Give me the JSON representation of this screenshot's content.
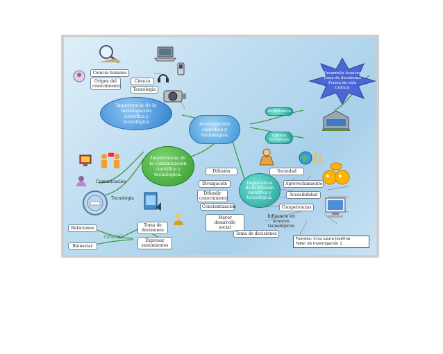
{
  "nodes": {
    "investigacion_cientifica": "Importancia de la investigación científica y tecnológica",
    "investigacion_tecnologica": "Investigación científica y tecnológica",
    "comunicacion": "Importancia de la comunicación científica y tecnológica.",
    "difusion_central": "Importancia de la difusión científica y tecnológica.",
    "ciencia_humana": "Ciencia humana",
    "origen_conocimiento": "Origen del conocimiento",
    "ciencia": "Ciencia",
    "tecnologia_top": "Tecnología",
    "desarrollo": "Desarrollo Avances Toma de decisiones Forma de vida Cultura",
    "importancia": "Importancia",
    "ciencia_tecnologia": "Ciencia Tecnología",
    "comunicacion_lbl": "Comunicación",
    "tecnologia_lbl": "Tecnología",
    "crucial": "Crucial",
    "relaciones": "Relaciones",
    "bienestar": "Bienestar",
    "toma_decisiones_left": "Toma de decisiones",
    "expresar_sentimientos": "Expresar sentimientos",
    "difusion": "Difusión",
    "divulgacion": "Divulgación",
    "difundir_conocimiento": "Difundir conocimiento",
    "concientizacion": "Concientización",
    "mayor_desarrollo": "Mayor desarrollo social",
    "toma_decisiones_bottom": "Toma de decisiones",
    "sociedad": "Sociedad",
    "aprovechamiento": "Aprovechamiento",
    "accesibilidad": "Accesibilidad",
    "competencias": "Competencias",
    "influencia": "Influencia en avances tecnológicos",
    "fuentes": "Fuentes: Cruz Laura Josefina",
    "taller": "Taller de Investigación 1"
  },
  "colors": {
    "bubble_blue": "#3a8fd6",
    "bubble_teal": "#23a39a",
    "desarrollo_star": "#4b67d6",
    "line_green": "#3b9a3a"
  },
  "icons": [
    "magnifier-icon",
    "laptop-icon",
    "phone-icon",
    "headset-icon",
    "camera-icon",
    "building-icon",
    "globe-icon",
    "people-icon",
    "mail-icon",
    "computer-icon",
    "emoji-icon",
    "user-icon",
    "browser-icon",
    "briefcase-person-icon"
  ]
}
